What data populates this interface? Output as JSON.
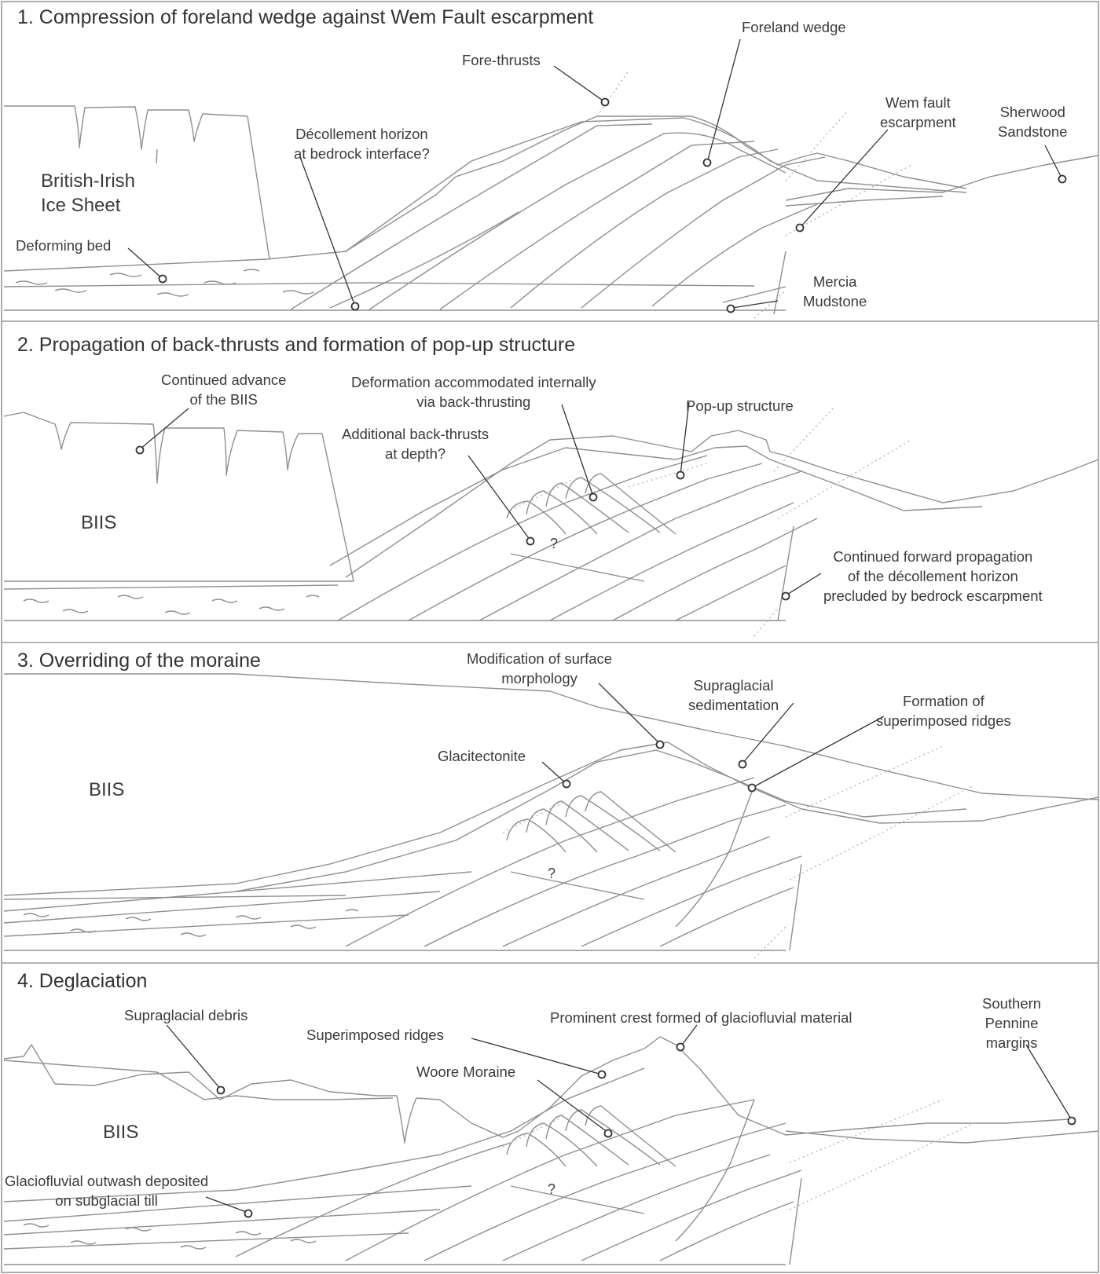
{
  "panels": [
    {
      "title": "1. Compression of foreland wedge against Wem Fault escarpment",
      "labels": {
        "foreland_wedge": "Foreland wedge",
        "fore_thrusts": "Fore-thrusts",
        "wem_fault": "Wem fault\nescarpment",
        "sherwood": "Sherwood\nSandstone",
        "decollement": "Décollement horizon\nat bedrock interface?",
        "ice_sheet": "British-Irish\nIce Sheet",
        "deforming_bed": "Deforming bed",
        "mercia": "Mercia\nMudstone"
      }
    },
    {
      "title": "2. Propagation of back-thrusts and formation of pop-up structure",
      "labels": {
        "continued_advance": "Continued advance\nof the BIIS",
        "deformation_internal": "Deformation accommodated internally\nvia back-thrusting",
        "additional_backthrusts": "Additional back-thrusts\nat depth?",
        "popup": "Pop-up structure",
        "biis": "BIIS",
        "question": "?",
        "forward_propagation": "Continued forward propagation\nof the décollement horizon\nprecluded by bedrock escarpment"
      }
    },
    {
      "title": "3. Overriding of the moraine",
      "labels": {
        "surface_morphology": "Modification of surface\nmorphology",
        "supraglacial_sedimentation": "Supraglacial\nsedimentation",
        "superimposed_formation": "Formation of\nsuperimposed ridges",
        "glacitectonite": "Glacitectonite",
        "biis": "BIIS",
        "question": "?"
      }
    },
    {
      "title": "4. Deglaciation",
      "labels": {
        "supraglacial_debris": "Supraglacial debris",
        "prominent_crest": "Prominent crest formed of glaciofluvial material",
        "superimposed_ridges": "Superimposed ridges",
        "southern_pennine": "Southern\nPennine\nmargins",
        "woore_moraine": "Woore Moraine",
        "biis": "BIIS",
        "outwash": "Glaciofluvial outwash deposited\non subglacial till",
        "question": "?"
      }
    }
  ],
  "colors": {
    "line": "#8f8f8f",
    "leader": "#333333",
    "panel_border": "#9a9a9a",
    "dotted": "#b5b5b5"
  }
}
